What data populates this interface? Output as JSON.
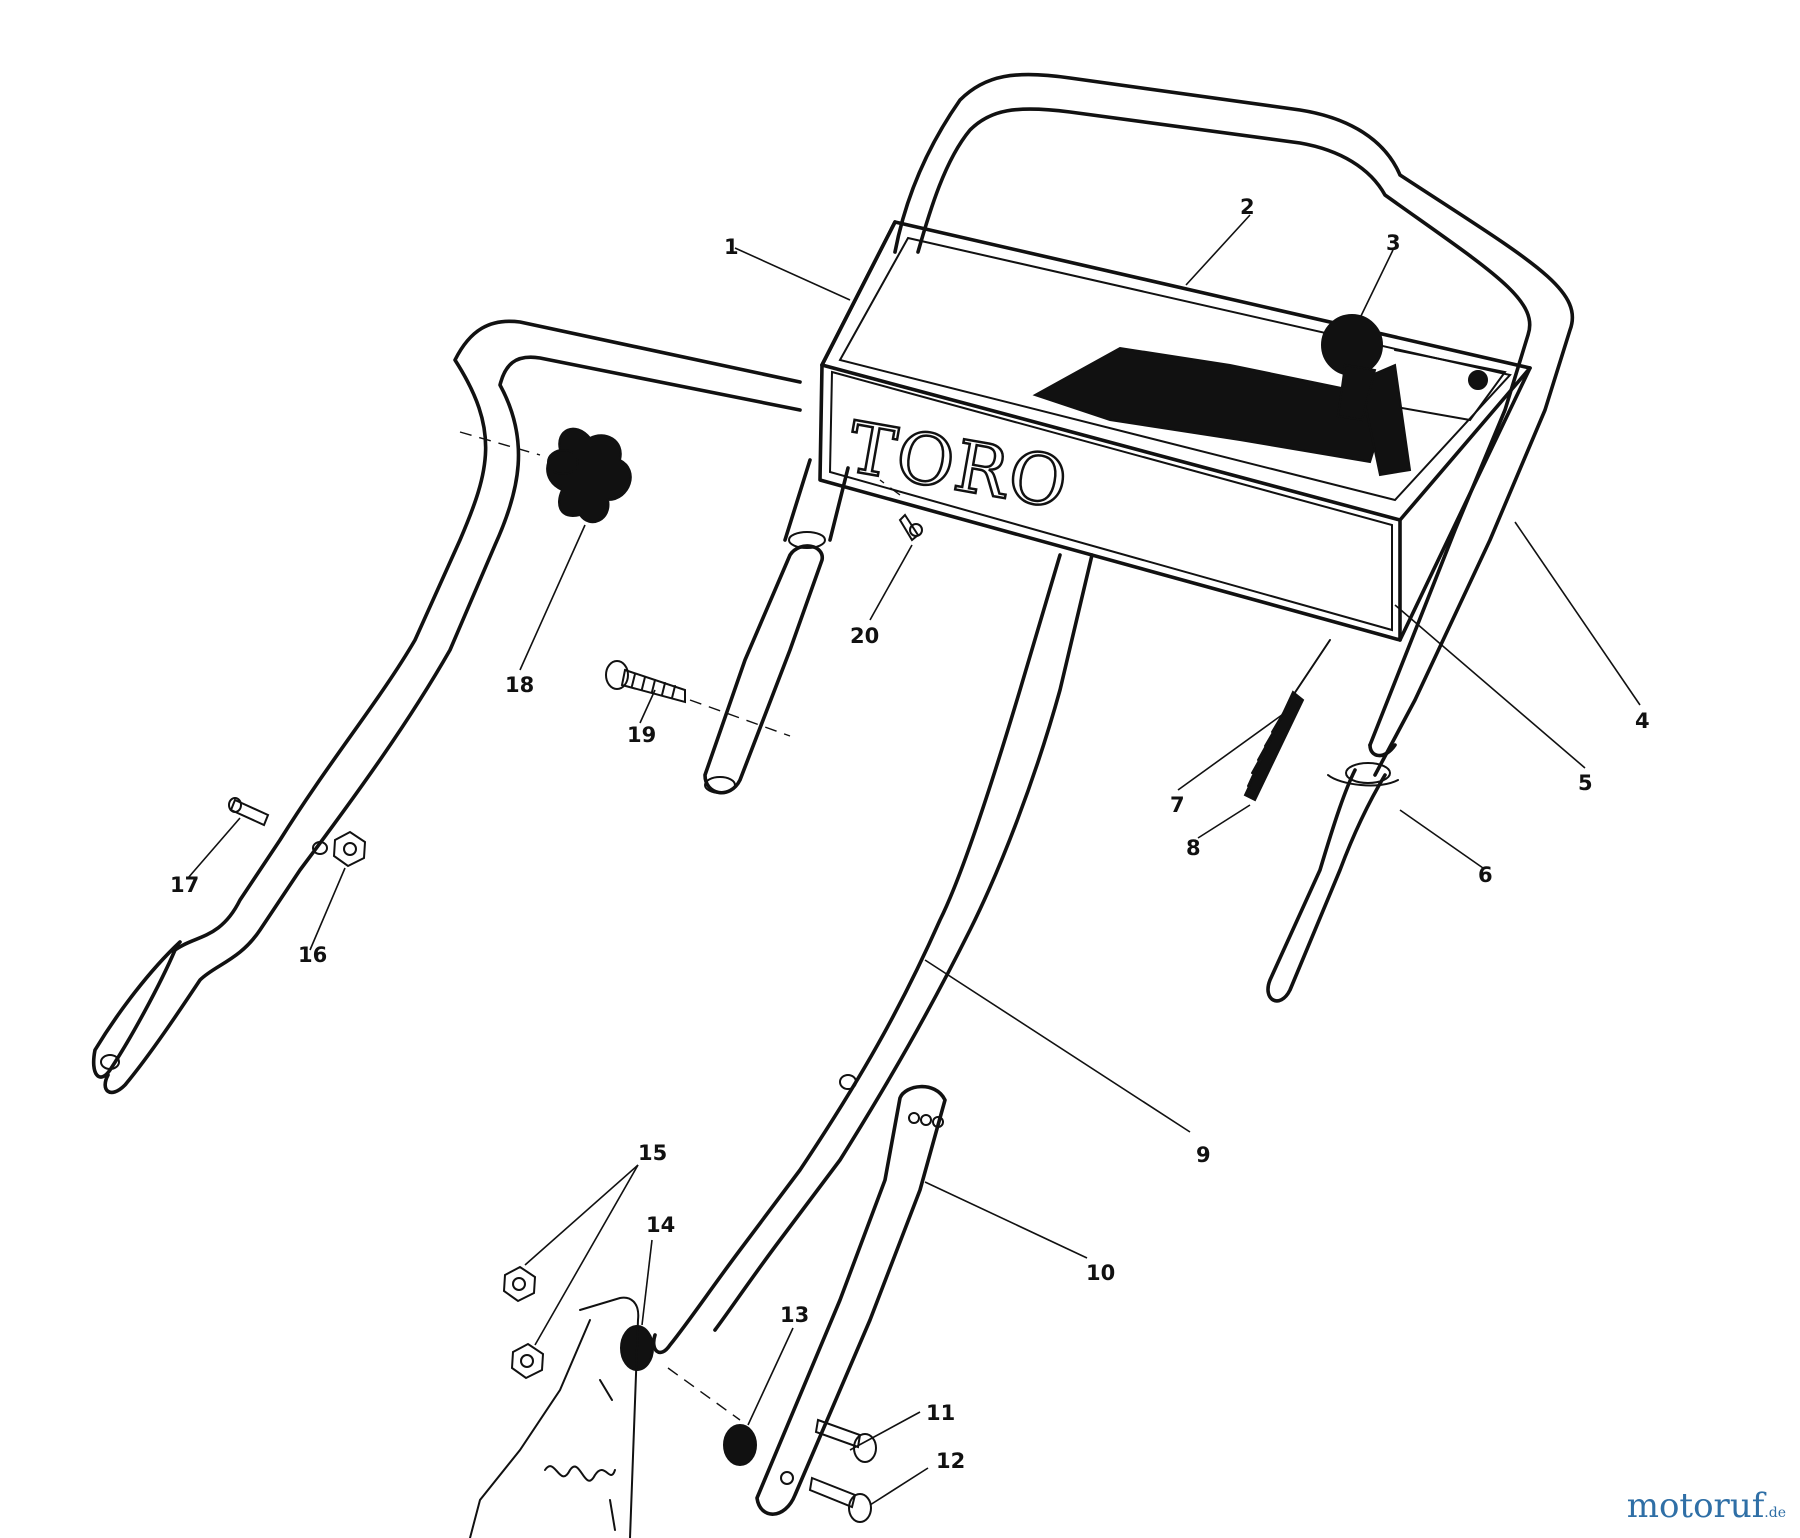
{
  "diagram": {
    "brand_label": "TORO",
    "watermark": {
      "main": "motoruf",
      "ext": ".de"
    },
    "callouts": {
      "p1": "1",
      "p2": "2",
      "p3": "3",
      "p4": "4",
      "p5": "5",
      "p6": "6",
      "p7": "7",
      "p8": "8",
      "p9": "9",
      "p10": "10",
      "p11": "11",
      "p12": "12",
      "p13": "13",
      "p14": "14",
      "p15": "15",
      "p16": "16",
      "p17": "17",
      "p18": "18",
      "p19": "19",
      "p20": "20"
    }
  }
}
